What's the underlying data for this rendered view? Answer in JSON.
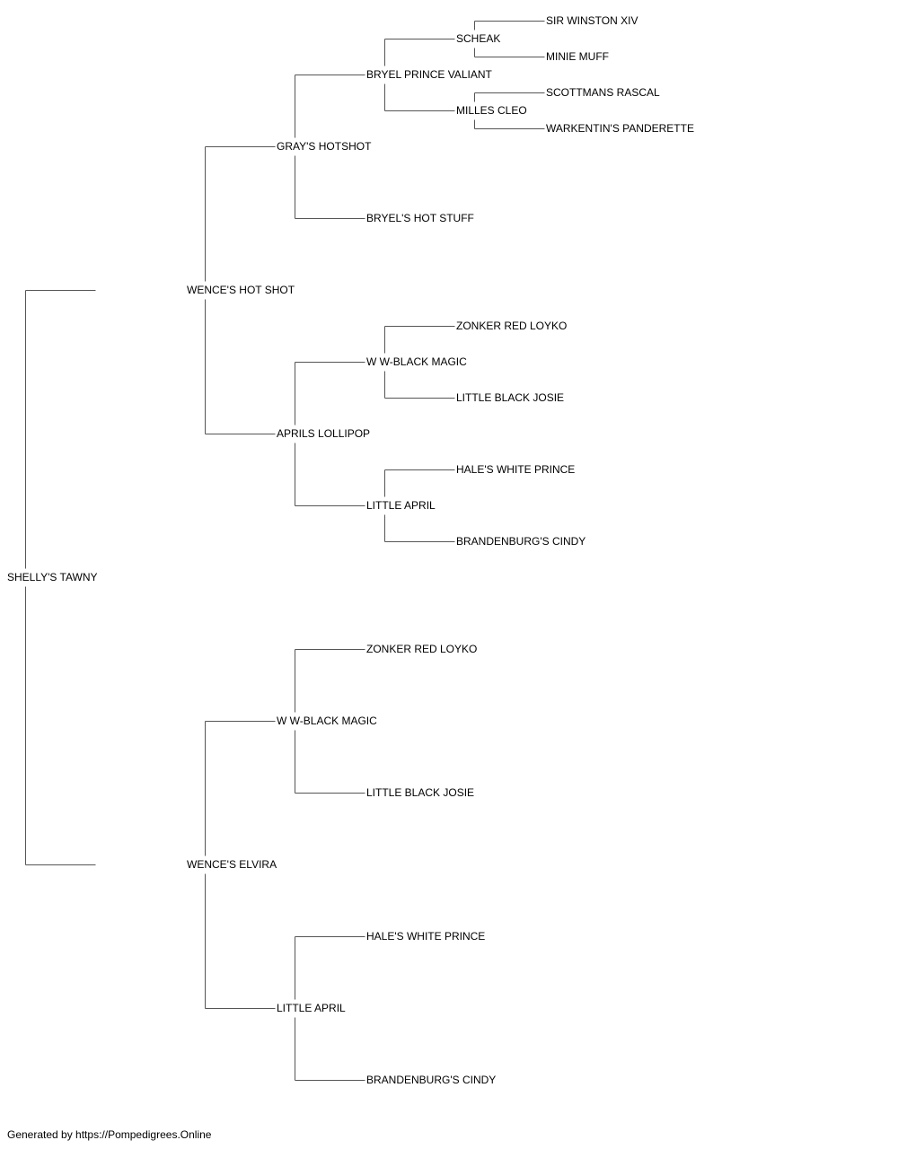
{
  "pedigree": {
    "name": "SHELLY'S TAWNY",
    "sire": {
      "name": "WENCE'S HOT SHOT",
      "sire": {
        "name": "GRAY'S HOTSHOT",
        "sire": {
          "name": "BRYEL PRINCE VALIANT",
          "sire": {
            "name": "SCHEAK",
            "sire": {
              "name": "SIR WINSTON XIV"
            },
            "dam": {
              "name": "MINIE MUFF"
            }
          },
          "dam": {
            "name": "MILLES CLEO",
            "sire": {
              "name": "SCOTTMANS RASCAL"
            },
            "dam": {
              "name": "WARKENTIN'S PANDERETTE"
            }
          }
        },
        "dam": {
          "name": "BRYEL'S HOT STUFF"
        }
      },
      "dam": {
        "name": "APRILS LOLLIPOP",
        "sire": {
          "name": "W W-BLACK MAGIC",
          "sire": {
            "name": "ZONKER RED LOYKO"
          },
          "dam": {
            "name": "LITTLE BLACK JOSIE"
          }
        },
        "dam": {
          "name": "LITTLE APRIL",
          "sire": {
            "name": "HALE'S WHITE PRINCE"
          },
          "dam": {
            "name": "BRANDENBURG'S CINDY"
          }
        }
      }
    },
    "dam": {
      "name": "WENCE'S ELVIRA",
      "sire": {
        "name": "W W-BLACK MAGIC",
        "sire": {
          "name": "ZONKER RED LOYKO"
        },
        "dam": {
          "name": "LITTLE BLACK JOSIE"
        }
      },
      "dam": {
        "name": "LITTLE APRIL",
        "sire": {
          "name": "HALE'S WHITE PRINCE"
        },
        "dam": {
          "name": "BRANDENBURG'S CINDY"
        }
      }
    }
  },
  "footer": "Generated by https://Pompedigrees.Online"
}
